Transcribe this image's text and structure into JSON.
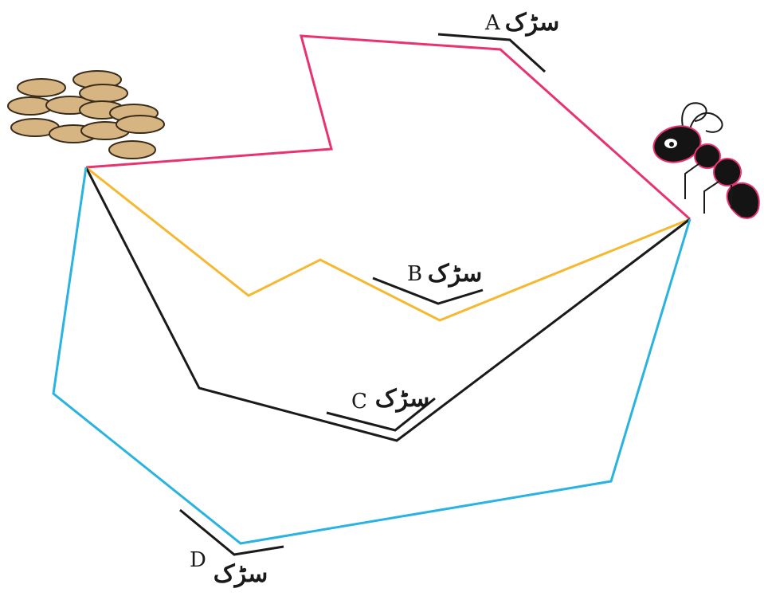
{
  "diagram": {
    "roads": [
      {
        "key": "A",
        "letter": "A",
        "word": "سڑک",
        "color": "#e8336f"
      },
      {
        "key": "B",
        "letter": "B",
        "word": "سڑک",
        "color": "#f5b82e"
      },
      {
        "key": "C",
        "letter": "C",
        "word": "سڑک",
        "color": "#1a1a1a"
      },
      {
        "key": "D",
        "letter": "D",
        "word": "سڑک",
        "color": "#29b3e0"
      }
    ],
    "start": {
      "icon": "grain-pile-icon",
      "color": "#d7b582"
    },
    "end": {
      "icon": "ant-icon",
      "color": "#1a1a1a"
    }
  }
}
